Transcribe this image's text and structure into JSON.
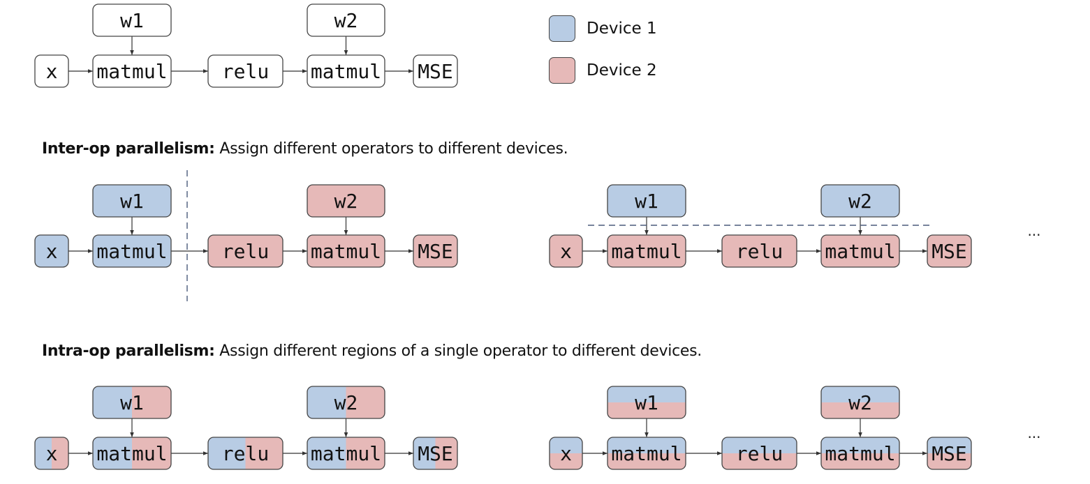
{
  "colors": {
    "device1": "#b8cce4",
    "device2": "#e6b9b8",
    "border": "#444444",
    "dash": "#4a5a7a"
  },
  "legend": [
    {
      "label": "Device 1",
      "color": "device1"
    },
    {
      "label": "Device 2",
      "color": "device2"
    }
  ],
  "headings": {
    "inter": {
      "bold": "Inter-op parallelism:",
      "text": " Assign different operators to different devices."
    },
    "intra": {
      "bold": "Intra-op parallelism:",
      "text": " Assign different regions of a single operator to different devices."
    }
  },
  "ellipsis": "...",
  "graphs": [
    {
      "id": "original",
      "nodes": {
        "x": {
          "text": "x",
          "fill": "none"
        },
        "m1": {
          "text": "matmul",
          "fill": "none"
        },
        "relu": {
          "text": "relu",
          "fill": "none"
        },
        "m2": {
          "text": "matmul",
          "fill": "none"
        },
        "mse": {
          "text": "MSE",
          "fill": "none"
        },
        "w1": {
          "text": "w1",
          "fill": "none"
        },
        "w2": {
          "text": "w2",
          "fill": "none"
        }
      }
    },
    {
      "id": "inter-1",
      "nodes": {
        "x": {
          "text": "x",
          "fill": "d1"
        },
        "m1": {
          "text": "matmul",
          "fill": "d1"
        },
        "relu": {
          "text": "relu",
          "fill": "d2"
        },
        "m2": {
          "text": "matmul",
          "fill": "d2"
        },
        "mse": {
          "text": "MSE",
          "fill": "d2"
        },
        "w1": {
          "text": "w1",
          "fill": "d1"
        },
        "w2": {
          "text": "w2",
          "fill": "d2"
        }
      }
    },
    {
      "id": "inter-2",
      "nodes": {
        "x": {
          "text": "x",
          "fill": "d2"
        },
        "m1": {
          "text": "matmul",
          "fill": "d2"
        },
        "relu": {
          "text": "relu",
          "fill": "d2"
        },
        "m2": {
          "text": "matmul",
          "fill": "d2"
        },
        "mse": {
          "text": "MSE",
          "fill": "d2"
        },
        "w1": {
          "text": "w1",
          "fill": "d1"
        },
        "w2": {
          "text": "w2",
          "fill": "d1"
        }
      }
    },
    {
      "id": "intra-1",
      "nodes": {
        "x": {
          "text": "x",
          "fill": "vsplit"
        },
        "m1": {
          "text": "matmul",
          "fill": "vsplit"
        },
        "relu": {
          "text": "relu",
          "fill": "vsplit"
        },
        "m2": {
          "text": "matmul",
          "fill": "vsplit"
        },
        "mse": {
          "text": "MSE",
          "fill": "vsplit"
        },
        "w1": {
          "text": "w1",
          "fill": "vsplit"
        },
        "w2": {
          "text": "w2",
          "fill": "vsplit"
        }
      }
    },
    {
      "id": "intra-2",
      "nodes": {
        "x": {
          "text": "x",
          "fill": "hsplit"
        },
        "m1": {
          "text": "matmul",
          "fill": "hsplit"
        },
        "relu": {
          "text": "relu",
          "fill": "hsplit"
        },
        "m2": {
          "text": "matmul",
          "fill": "hsplit"
        },
        "mse": {
          "text": "MSE",
          "fill": "hsplit"
        },
        "w1": {
          "text": "w1",
          "fill": "hsplit"
        },
        "w2": {
          "text": "w2",
          "fill": "hsplit"
        }
      }
    }
  ]
}
